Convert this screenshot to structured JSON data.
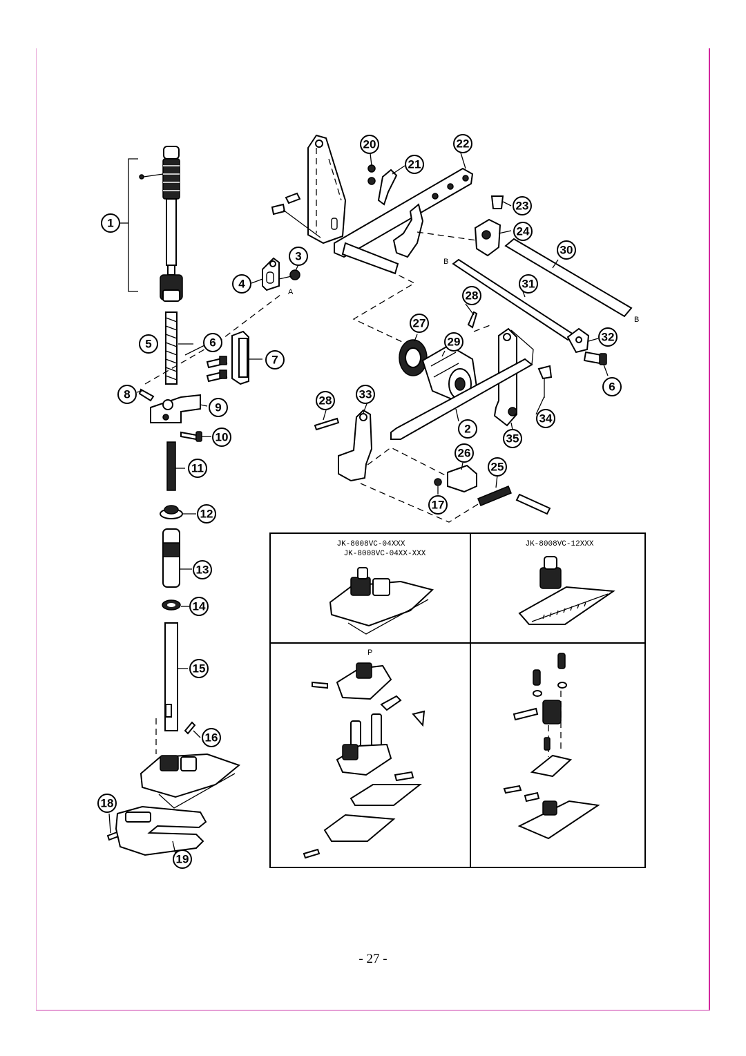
{
  "page_number": "- 27 -",
  "callouts": [
    "1",
    "2",
    "3",
    "4",
    "5",
    "6",
    "7",
    "8",
    "9",
    "10",
    "11",
    "12",
    "13",
    "14",
    "15",
    "16",
    "17",
    "18",
    "19",
    "20",
    "21",
    "22",
    "23",
    "24",
    "25",
    "26",
    "27",
    "28",
    "29",
    "30",
    "31",
    "32",
    "33",
    "34",
    "35"
  ],
  "letters": {
    "a": "A",
    "b": "B",
    "p": "P"
  },
  "inset": {
    "top_left_title_1": "JK-8008VC-04XXX",
    "top_left_title_2": "JK-8008VC-04XX-XXX",
    "top_right_title": "JK-8008VC-12XXX"
  }
}
